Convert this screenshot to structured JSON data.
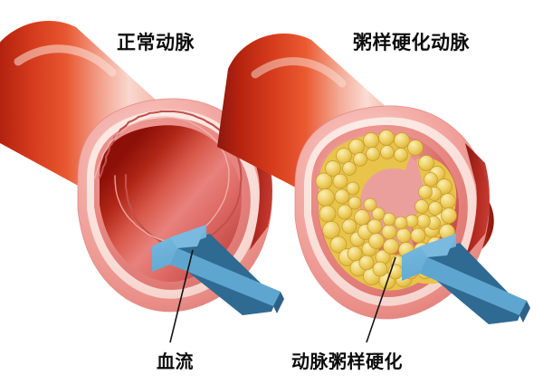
{
  "figure": {
    "title_left": "正常动脉",
    "title_right": "粥样硬化动脉",
    "caption_left": "血流",
    "caption_right": "动脉粥样硬化",
    "background_color": "#ffffff"
  },
  "colors": {
    "tube_dark_red": "#9e1b14",
    "tube_mid_red": "#d8361f",
    "tube_bright_red": "#e8502f",
    "tube_highlight": "#f6c7bb",
    "tube_pale": "#f7ded7",
    "wall_outer_pink": "#f09c97",
    "wall_pale_pink": "#fae0da",
    "wall_mid_pink": "#e8837e",
    "wall_inner_pink": "#dd6f6d",
    "lumen_rose": "#e07f80",
    "lumen_deep": "#b33029",
    "cut_crimson": "#a81d18",
    "plaque_yellow": "#e9c64c",
    "plaque_light": "#f6e49a",
    "plaque_outline": "#c79a28",
    "arrow_blue_top": "#66aed6",
    "arrow_blue_side": "#3a7fa8",
    "leader_black": "#151515"
  },
  "left_artery": {
    "name": "normal-artery",
    "description": "Open healthy artery with wide unobstructed lumen",
    "lumen_state": "open",
    "plaque_present": false,
    "wall_layers": [
      "adventitia",
      "media",
      "intima",
      "endothelium"
    ]
  },
  "right_artery": {
    "name": "atherosclerotic-artery",
    "description": "Artery narrowed by yellow cholesterol plaque deposits",
    "lumen_state": "narrowed",
    "plaque_present": true,
    "plaque_material": "cholesterol-plaque",
    "wall_layers": [
      "adventitia",
      "media",
      "intima",
      "endothelium"
    ]
  },
  "arrows": {
    "left": {
      "name": "blood-flow-arrow",
      "direction": "up-left",
      "color": "#66aed6"
    },
    "right": {
      "name": "plaque-pointer-arrow",
      "direction": "up-left",
      "color": "#66aed6"
    }
  },
  "leader_lines": {
    "left": {
      "name": "blood-flow-leader-line"
    },
    "right": {
      "name": "atherosclerosis-leader-line"
    }
  }
}
